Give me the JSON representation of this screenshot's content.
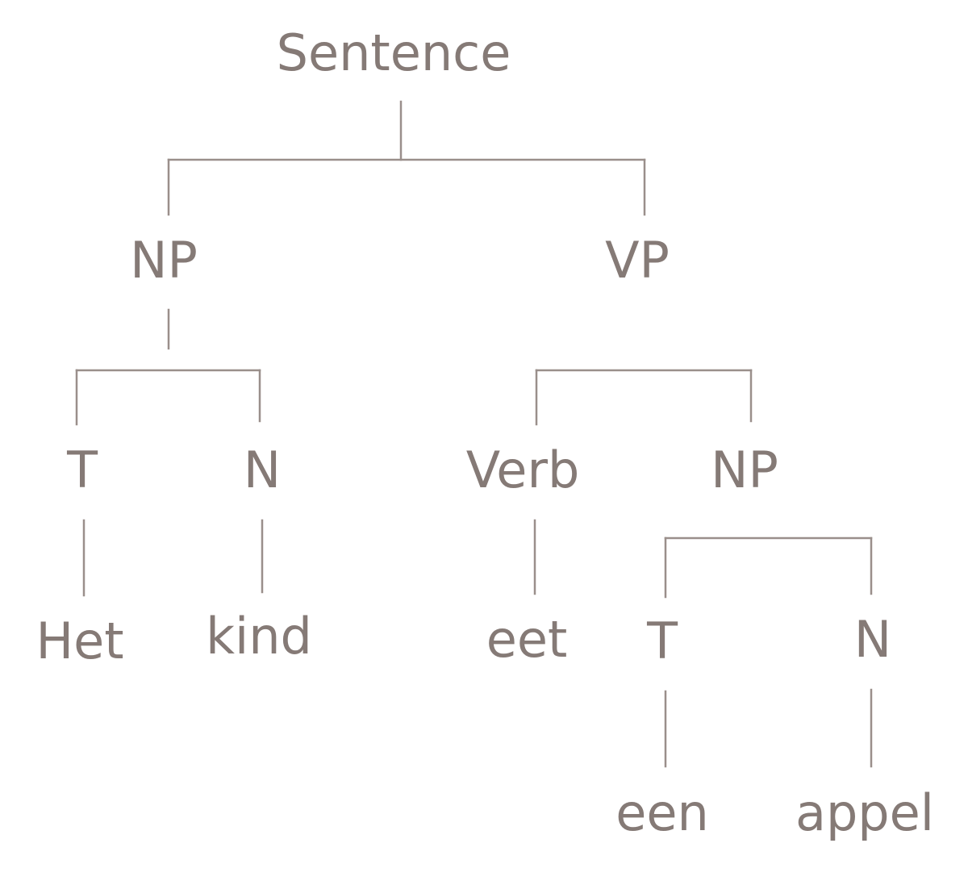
{
  "colors": {
    "text": "#857a76",
    "line": "#9a8f8b",
    "background": "#ffffff"
  },
  "nodes": {
    "sentence": "Sentence",
    "np_subject": "NP",
    "vp": "VP",
    "t_subject": "T",
    "n_subject": "N",
    "verb": "Verb",
    "np_object": "NP",
    "t_object": "T",
    "n_object": "N"
  },
  "words": {
    "het": "Het",
    "kind": "kind",
    "eet": "eet",
    "een": "een",
    "appel": "appel"
  }
}
